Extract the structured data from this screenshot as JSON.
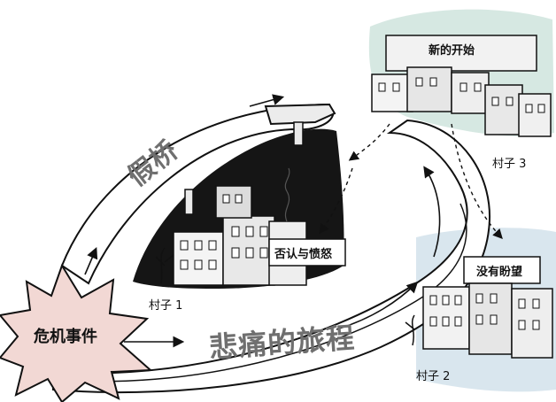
{
  "labels": {
    "crisis_event": "危机事件",
    "false_bridge": "假桥",
    "grief_journey": "悲痛的旅程",
    "denial_anger": "否认与愤怒",
    "new_beginning": "新的开始",
    "no_hope": "没有盼望",
    "village_1": "村子 1",
    "village_2": "村子 2",
    "village_3": "村子 3"
  },
  "colors": {
    "starburst": "#f2d8d4",
    "village3_tint": "#d2e6df",
    "village2_tint": "#d5e3ec",
    "pit": "#151515",
    "road": "#ffffff",
    "ink": "#111111",
    "big_text": "#707070"
  }
}
